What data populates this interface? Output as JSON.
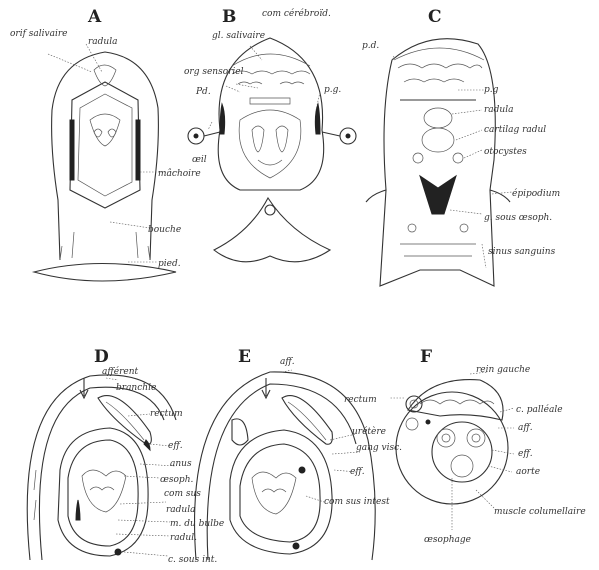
{
  "panels": {
    "A": {
      "letter": "A",
      "labels": [
        "orif salivaire",
        "radula",
        "mâchoire",
        "bouche",
        "pied."
      ]
    },
    "B": {
      "letter": "B",
      "labels": [
        "com cérébroïd.",
        "gl. salivaire",
        "org sensoriel",
        "Pd.",
        "p.g.",
        "œil"
      ]
    },
    "C": {
      "letter": "C",
      "labels": [
        "p.d.",
        "p.g",
        "radula",
        "cartilag radul",
        "otocystes",
        "épipodium",
        "g. sous œsoph.",
        "sinus sanguins"
      ]
    },
    "D": {
      "letter": "D",
      "labels": [
        "afférent",
        "branchie",
        "rectum",
        "eff.",
        "anus",
        "œsoph.",
        "com sus",
        "radula",
        "m. du bulbe",
        "radul.",
        "c. sous int."
      ]
    },
    "E": {
      "letter": "E",
      "labels": [
        "aff.",
        "urétère",
        "gang visc.",
        "eff.",
        "com sus intest"
      ]
    },
    "F": {
      "letter": "F",
      "labels": [
        "rein gauche",
        "rectum",
        "c. palléale",
        "aff.",
        "eff.",
        "aorte",
        "muscle columellaire",
        "œsophage"
      ]
    }
  }
}
